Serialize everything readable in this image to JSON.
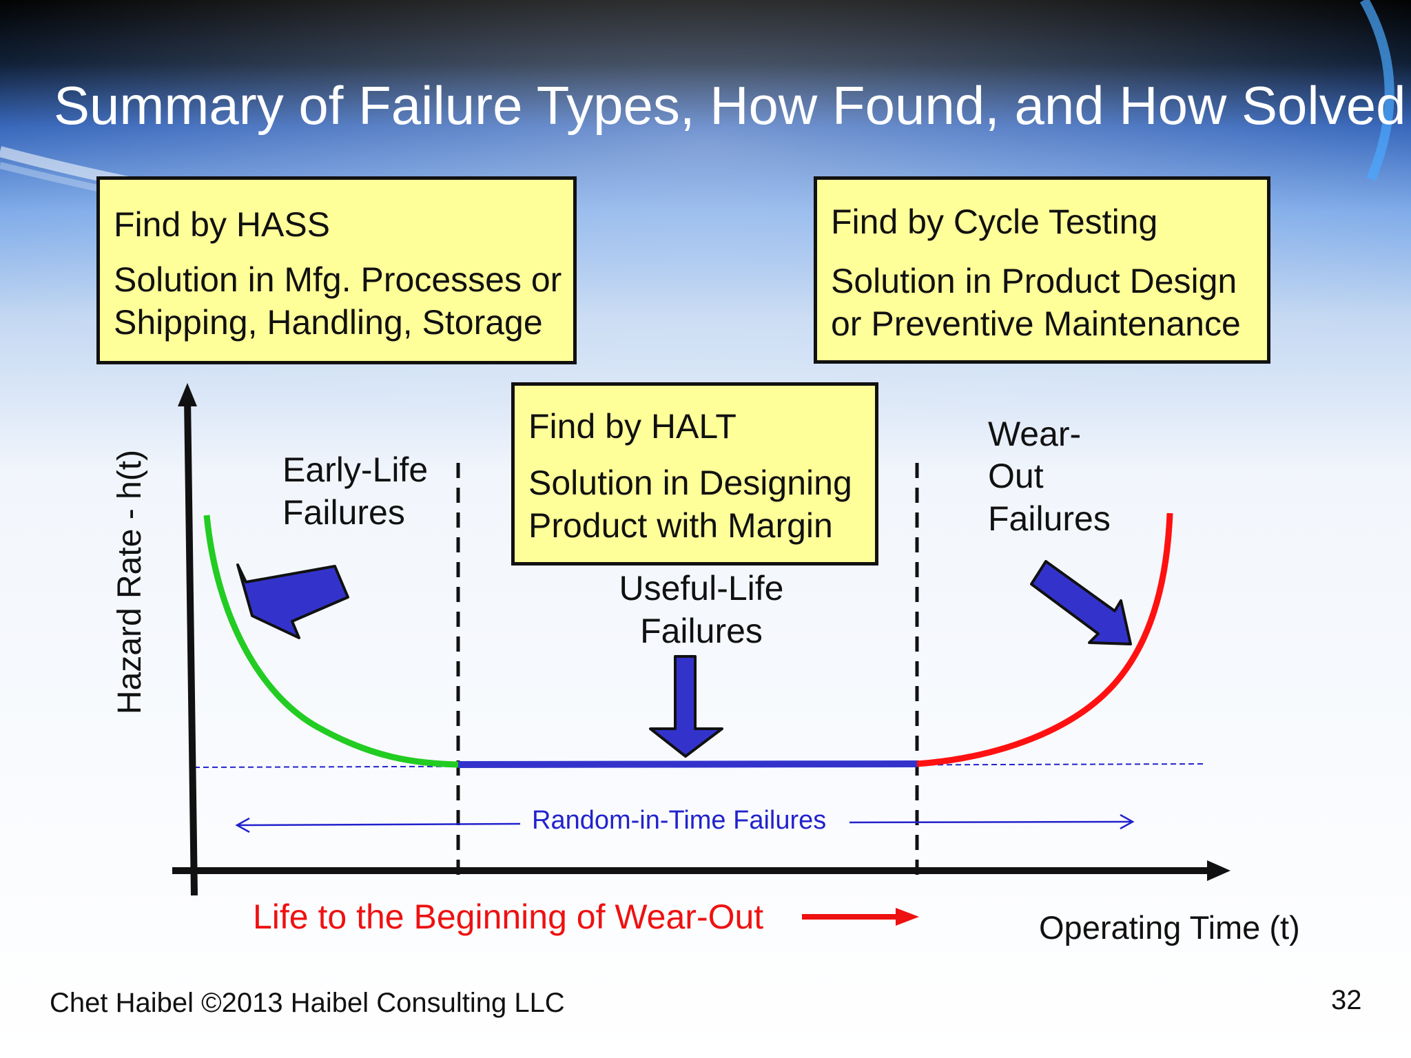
{
  "slide": {
    "title": "Summary of Failure Types, How Found, and How Solved",
    "footer_left": "Chet Haibel  ©2013 Haibel Consulting LLC",
    "page_number": "32"
  },
  "callouts": {
    "hass": {
      "find": "Find by HASS",
      "solution_line1": "Solution in Mfg. Processes or",
      "solution_line2": "Shipping, Handling, Storage"
    },
    "cycle": {
      "find": "Find by Cycle Testing",
      "solution_line1": "Solution in Product Design",
      "solution_line2": "or Preventive Maintenance"
    },
    "halt": {
      "find": "Find by HALT",
      "solution_line1": "Solution in Designing",
      "solution_line2": "Product with Margin"
    }
  },
  "diagram": {
    "y_axis_label": "Hazard Rate - h(t)",
    "x_axis_label": "Operating Time (t)",
    "early_life_line1": "Early-Life",
    "early_life_line2": "Failures",
    "useful_life_line1": "Useful-Life",
    "useful_life_line2": "Failures",
    "wear_out_line1": "Wear-",
    "wear_out_line2": "Out",
    "wear_out_line3": "Failures",
    "random_label": "Random-in-Time Failures",
    "life_label": "Life to the Beginning of Wear-Out"
  },
  "colors": {
    "early_curve": "#22cc22",
    "useful_line": "#3333cc",
    "wear_curve": "#ff1111",
    "callout_fill": "#ffff99",
    "arrow_fill": "#3333cc",
    "random_text": "#2222cc",
    "life_text": "#ee1111"
  }
}
